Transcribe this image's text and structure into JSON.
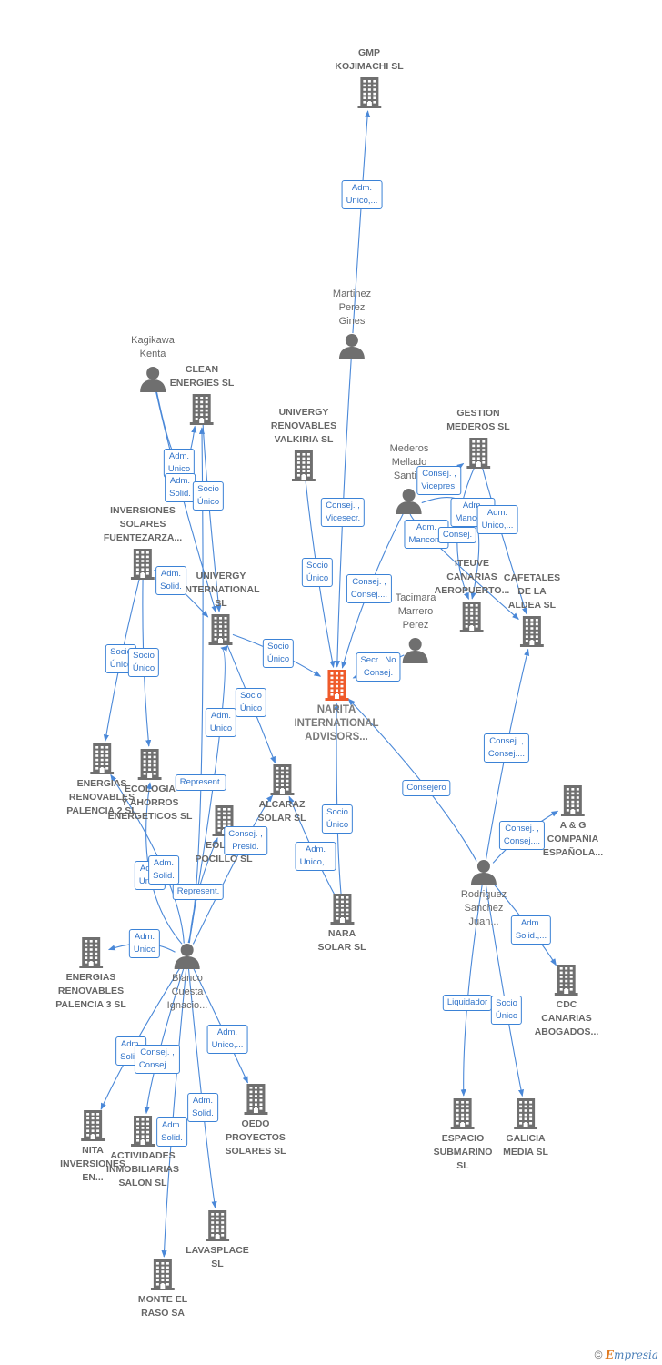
{
  "colors": {
    "edge": "#4a88d8",
    "icon": "#6f6f6f",
    "main": "#ef5a2a",
    "label_border": "#3b82d6",
    "label_text": "#2f72c8"
  },
  "nodes": [
    {
      "id": "narita",
      "type": "company",
      "main": true,
      "label": "NARITA\nINTERNATIONAL\nADVISORS..."
    },
    {
      "id": "gmp",
      "type": "company",
      "label": "GMP\nKOJIMACHI  SL"
    },
    {
      "id": "martinez",
      "type": "person",
      "label": "Martinez\nPerez\nGines"
    },
    {
      "id": "kagikawa",
      "type": "person",
      "label": "Kagikawa\nKenta"
    },
    {
      "id": "clean",
      "type": "company",
      "label": "CLEAN\nENERGIES SL"
    },
    {
      "id": "valkiria",
      "type": "company",
      "label": "UNIVERGY\nRENOVABLES\nVALKIRIA  SL"
    },
    {
      "id": "gestion",
      "type": "company",
      "label": "GESTION\nMEDEROS SL"
    },
    {
      "id": "mederos",
      "type": "person",
      "label": "Mederos\nMellado\nSanti..."
    },
    {
      "id": "inversiones",
      "type": "company",
      "label": "INVERSIONES\nSOLARES\nFUENTEZARZA..."
    },
    {
      "id": "univergy_int",
      "type": "company",
      "label": "UNIVERGY\nINTERNATIONAL\nSL"
    },
    {
      "id": "ituv",
      "type": "company",
      "label": "ITEUVE\nCANARIAS\nAEROPUERTO..."
    },
    {
      "id": "cafetales",
      "type": "company",
      "label": "CAFETALES\nDE LA\nALDEA SL"
    },
    {
      "id": "tacimara",
      "type": "person",
      "label": "Tacimara\nMarrero\nPerez"
    },
    {
      "id": "energias2",
      "type": "company",
      "label": "ENERGIAS\nRENOVABLES\nPALENCIA 2 SL"
    },
    {
      "id": "ecologia",
      "type": "company",
      "label": "ECOLOGIA\nY AHORROS\nENERGETICOS SL"
    },
    {
      "id": "alcaraz",
      "type": "company",
      "label": "ALCARAZ\nSOLAR SL"
    },
    {
      "id": "eolica",
      "type": "company",
      "label": "EOLICA\nPOCILLO SL"
    },
    {
      "id": "ag",
      "type": "company",
      "label": "A & G\nCOMPAÑIA\nESPAÑOLA..."
    },
    {
      "id": "nara",
      "type": "company",
      "label": "NARA\nSOLAR  SL"
    },
    {
      "id": "rodriguez",
      "type": "person",
      "label": "Rodriguez\nSanchez\nJuan..."
    },
    {
      "id": "energias3",
      "type": "company",
      "label": "ENERGIAS\nRENOVABLES\nPALENCIA 3 SL"
    },
    {
      "id": "blanco",
      "type": "person",
      "label": "Blanco\nCuesta\nIgnacio..."
    },
    {
      "id": "cdc",
      "type": "company",
      "label": "CDC\nCANARIAS\nABOGADOS..."
    },
    {
      "id": "nita",
      "type": "company",
      "label": "NITA\nINVERSIONES\nEN..."
    },
    {
      "id": "actividades",
      "type": "company",
      "label": "ACTIVIDADES\nINMOBILIARIAS\nSALON SL"
    },
    {
      "id": "oedo",
      "type": "company",
      "label": "OEDO\nPROYECTOS\nSOLARES  SL"
    },
    {
      "id": "espacio",
      "type": "company",
      "label": "ESPACIO\nSUBMARINO\nSL"
    },
    {
      "id": "galicia",
      "type": "company",
      "label": "GALICIA\nMEDIA  SL"
    },
    {
      "id": "lavasplace",
      "type": "company",
      "label": "LAVASPLACE\nSL"
    },
    {
      "id": "monte",
      "type": "company",
      "label": "MONTE EL\nRASO SA"
    }
  ],
  "edges": [
    {
      "from": "martinez",
      "to": "gmp",
      "label": "Adm.\nUnico,..."
    },
    {
      "from": "martinez",
      "to": "narita",
      "label": "Consej. ,\nVicesecr."
    },
    {
      "from": "valkiria",
      "to": "narita",
      "label": "Socio\nÚnico"
    },
    {
      "from": "mederos",
      "to": "narita",
      "label": "Consej. ,\nConsej...."
    },
    {
      "from": "tacimara",
      "to": "narita",
      "label": "Secr.  No\nConsej."
    },
    {
      "from": "univergy_int",
      "to": "narita",
      "label": "Socio\nÚnico"
    },
    {
      "from": "rodriguez",
      "to": "narita",
      "label": "Consejero"
    },
    {
      "from": "nara",
      "to": "narita",
      "label": "Socio\nÚnico"
    },
    {
      "from": "kagikawa",
      "to": "clean",
      "label": "Adm.\nUnico"
    },
    {
      "from": "kagikawa",
      "to": "univergy_int",
      "label": "Adm.\nSolid."
    },
    {
      "from": "clean",
      "to": "univergy_int",
      "label": "Socio\nÚnico"
    },
    {
      "from": "inversiones",
      "to": "univergy_int",
      "label": "Adm.\nSolid."
    },
    {
      "from": "mederos",
      "to": "gestion",
      "label": "Consej. ,\nVicepres."
    },
    {
      "from": "mederos",
      "to": "cafetales",
      "label": "Adm.\nMancom."
    },
    {
      "from": "gestion",
      "to": "ituv",
      "label": "Consej."
    },
    {
      "from": "mederos",
      "to": "ituv",
      "label": "Adm.\nMancom."
    },
    {
      "from": "gestion",
      "to": "cafetales",
      "label": "Adm.\nUnico,..."
    },
    {
      "from": "inversiones",
      "to": "energias2",
      "label": "Socio\nÚnico"
    },
    {
      "from": "inversiones",
      "to": "ecologia",
      "label": "Socio\nÚnico"
    },
    {
      "from": "univergy_int",
      "to": "alcaraz",
      "label": "Socio\nÚnico"
    },
    {
      "from": "blanco",
      "to": "univergy_int",
      "label": "Adm.\nUnico"
    },
    {
      "from": "blanco",
      "to": "alcaraz",
      "label": "Consej. ,\nPresid."
    },
    {
      "from": "blanco",
      "to": "eolica",
      "label": "Represent."
    },
    {
      "from": "blanco",
      "to": "ecologia",
      "label": "Adm.\nUnico"
    },
    {
      "from": "blanco",
      "to": "energias2",
      "label": "Adm.\nSolid."
    },
    {
      "from": "blanco",
      "to": "clean",
      "label": "Represent."
    },
    {
      "from": "nara",
      "to": "alcaraz",
      "label": "Adm.\nUnico,..."
    },
    {
      "from": "rodriguez",
      "to": "cafetales",
      "label": "Consej. ,\nConsej...."
    },
    {
      "from": "rodriguez",
      "to": "ag",
      "label": "Consej. ,\nConsej...."
    },
    {
      "from": "rodriguez",
      "to": "cdc",
      "label": "Adm.\nSolid.,..."
    },
    {
      "from": "rodriguez",
      "to": "espacio",
      "label": "Liquidador"
    },
    {
      "from": "rodriguez",
      "to": "galicia",
      "label": "Socio\nÚnico"
    },
    {
      "from": "blanco",
      "to": "energias3",
      "label": "Adm.\nUnico"
    },
    {
      "from": "blanco",
      "to": "nita",
      "label": "Adm.\nSolid."
    },
    {
      "from": "blanco",
      "to": "actividades",
      "label": "Consej. ,\nConsej...."
    },
    {
      "from": "blanco",
      "to": "oedo",
      "label": "Adm.\nUnico,..."
    },
    {
      "from": "blanco",
      "to": "lavasplace",
      "label": "Adm.\nSolid."
    },
    {
      "from": "blanco",
      "to": "monte",
      "label": "Adm.\nSolid."
    }
  ],
  "footer": {
    "copyright": "©",
    "brand_initial": "E",
    "brand_rest": "mpresia"
  }
}
